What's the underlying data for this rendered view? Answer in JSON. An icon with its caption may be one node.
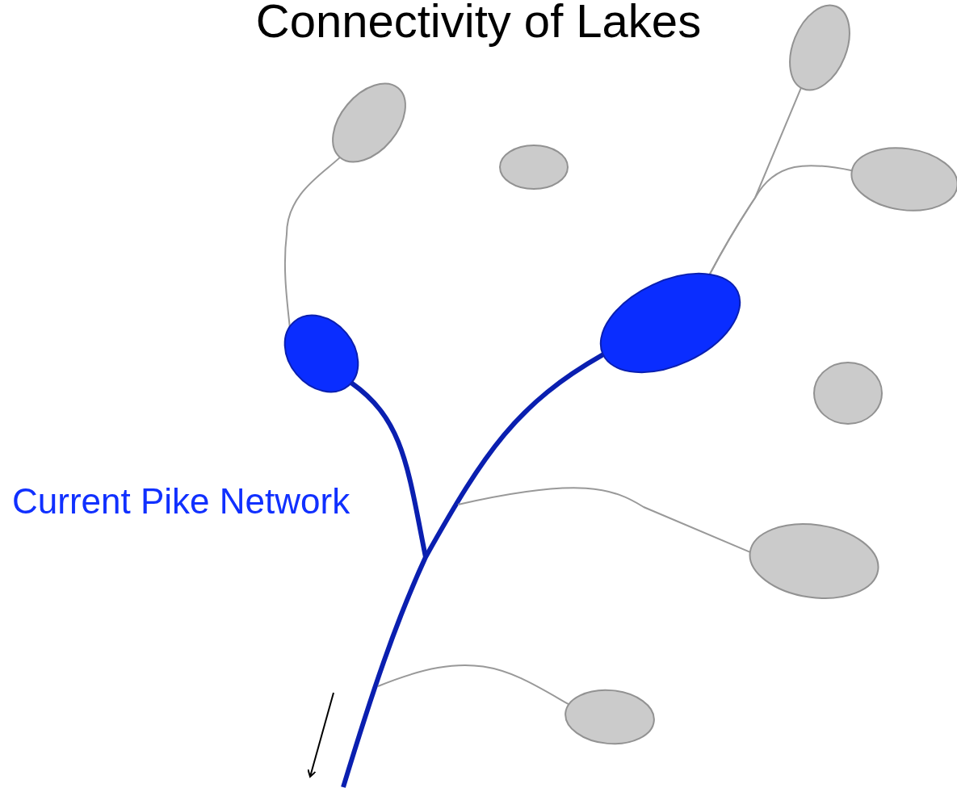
{
  "diagram": {
    "title": "Connectivity of Lakes",
    "nodes": [
      {
        "text": [],
        "shape": "ellipse"
      },
      {
        "text": [],
        "shape": "ellipse"
      },
      {
        "text": [],
        "shape": "ellipse"
      },
      {
        "text": [],
        "shape": "ellipse"
      },
      {
        "text": [],
        "shape": "ellipse"
      },
      {
        "text": [],
        "shape": "ellipse"
      },
      {
        "text": [],
        "shape": "ellipse"
      },
      {
        "text": [],
        "shape": "ellipse"
      },
      {
        "text": [],
        "shape": "ellipse"
      }
    ],
    "edges": [
      {
        "from": 0,
        "to": 4,
        "arrow": "none"
      },
      {
        "from": 1,
        "to": 5,
        "arrow": "none"
      },
      {
        "from": 3,
        "to": 4,
        "arrow": "none"
      },
      {
        "from": 5,
        "to": null,
        "arrow": "none",
        "style": "thick",
        "color": "#0a1fb0"
      },
      {
        "from": 4,
        "to": null,
        "arrow": "none",
        "style": "thick",
        "color": "#0a1fb0"
      },
      {
        "from": 7,
        "to": null,
        "arrow": "none"
      },
      {
        "from": 8,
        "to": null,
        "arrow": "none"
      }
    ],
    "labels": [
      "Current Pike Network"
    ]
  }
}
